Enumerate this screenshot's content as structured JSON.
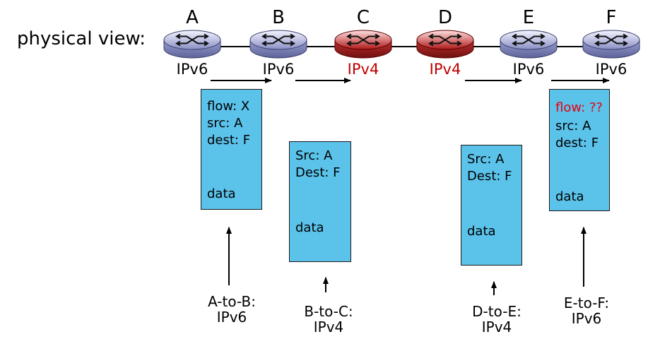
{
  "title": "physical view:",
  "colors": {
    "ipv6": "#000000",
    "ipv4": "#c00000",
    "highlight": "#e8000f",
    "box_fill": "#5bc2ea"
  },
  "routers": [
    {
      "name": "A",
      "proto": "IPv6",
      "kind": "ipv6"
    },
    {
      "name": "B",
      "proto": "IPv6",
      "kind": "ipv6"
    },
    {
      "name": "C",
      "proto": "IPv4",
      "kind": "ipv4"
    },
    {
      "name": "D",
      "proto": "IPv4",
      "kind": "ipv4"
    },
    {
      "name": "E",
      "proto": "IPv6",
      "kind": "ipv6"
    },
    {
      "name": "F",
      "proto": "IPv6",
      "kind": "ipv6"
    }
  ],
  "datagrams": [
    {
      "lines": [
        {
          "text": "flow: X"
        },
        {
          "text": "src: A"
        },
        {
          "text": "dest: F"
        },
        {
          "text": "data",
          "gap": true
        }
      ],
      "caption": [
        "A-to-B:",
        "IPv6"
      ]
    },
    {
      "lines": [
        {
          "text": "Src: A"
        },
        {
          "text": "Dest: F"
        },
        {
          "text": "data",
          "gap": true
        }
      ],
      "caption": [
        "B-to-C:",
        "IPv4"
      ]
    },
    {
      "lines": [
        {
          "text": "Src: A"
        },
        {
          "text": "Dest: F"
        },
        {
          "text": "data",
          "gap": true
        }
      ],
      "caption": [
        "D-to-E:",
        "IPv4"
      ]
    },
    {
      "lines": [
        {
          "text": "flow: ??",
          "highlight": true
        },
        {
          "text": "src: A"
        },
        {
          "text": "dest: F"
        },
        {
          "text": "data",
          "gap": true
        }
      ],
      "caption": [
        "E-to-F:",
        "IPv6"
      ]
    }
  ]
}
